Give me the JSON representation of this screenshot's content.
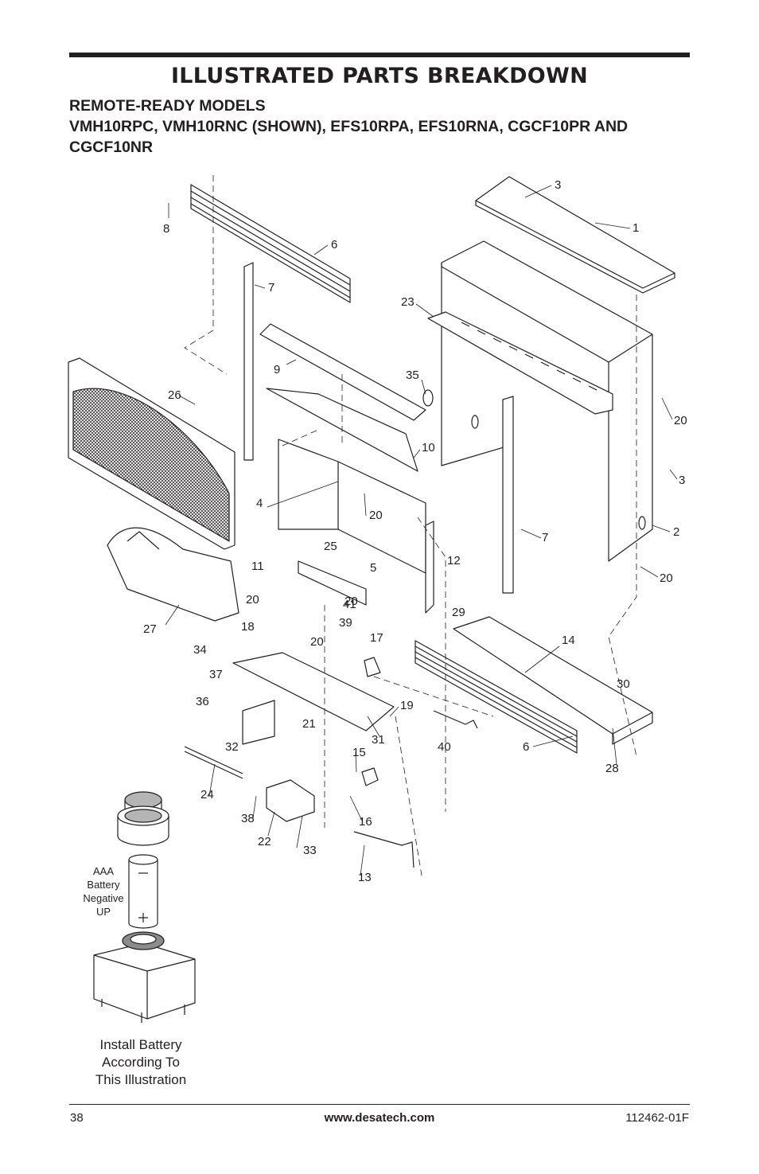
{
  "header": {
    "title": "ILLUSTRATED PARTS BREAKDOWN",
    "subtitle_lines": [
      "REMOTE-READY MODELS",
      "VMH10RPC, VMH10RNC (SHOWN), EFS10RPA, EFS10RNA, CGCF10PR AND",
      "CGCF10NR"
    ]
  },
  "diagram": {
    "callouts": [
      "1",
      "2",
      "3",
      "3",
      "4",
      "5",
      "6",
      "6",
      "7",
      "7",
      "8",
      "9",
      "10",
      "11",
      "12",
      "13",
      "14",
      "15",
      "16",
      "17",
      "18",
      "19",
      "20",
      "20",
      "20",
      "20",
      "20",
      "20",
      "21",
      "22",
      "23",
      "24",
      "25",
      "26",
      "27",
      "28",
      "29",
      "30",
      "31",
      "32",
      "33",
      "34",
      "35",
      "36",
      "37",
      "38",
      "39",
      "40",
      "41"
    ],
    "battery_label": [
      "AAA",
      "Battery",
      "Negative",
      "UP"
    ],
    "install_note": [
      "Install Battery",
      "According To",
      "This Illustration"
    ]
  },
  "footer": {
    "page_number": "38",
    "website": "www.desatech.com",
    "doc_number": "112462-01F"
  }
}
